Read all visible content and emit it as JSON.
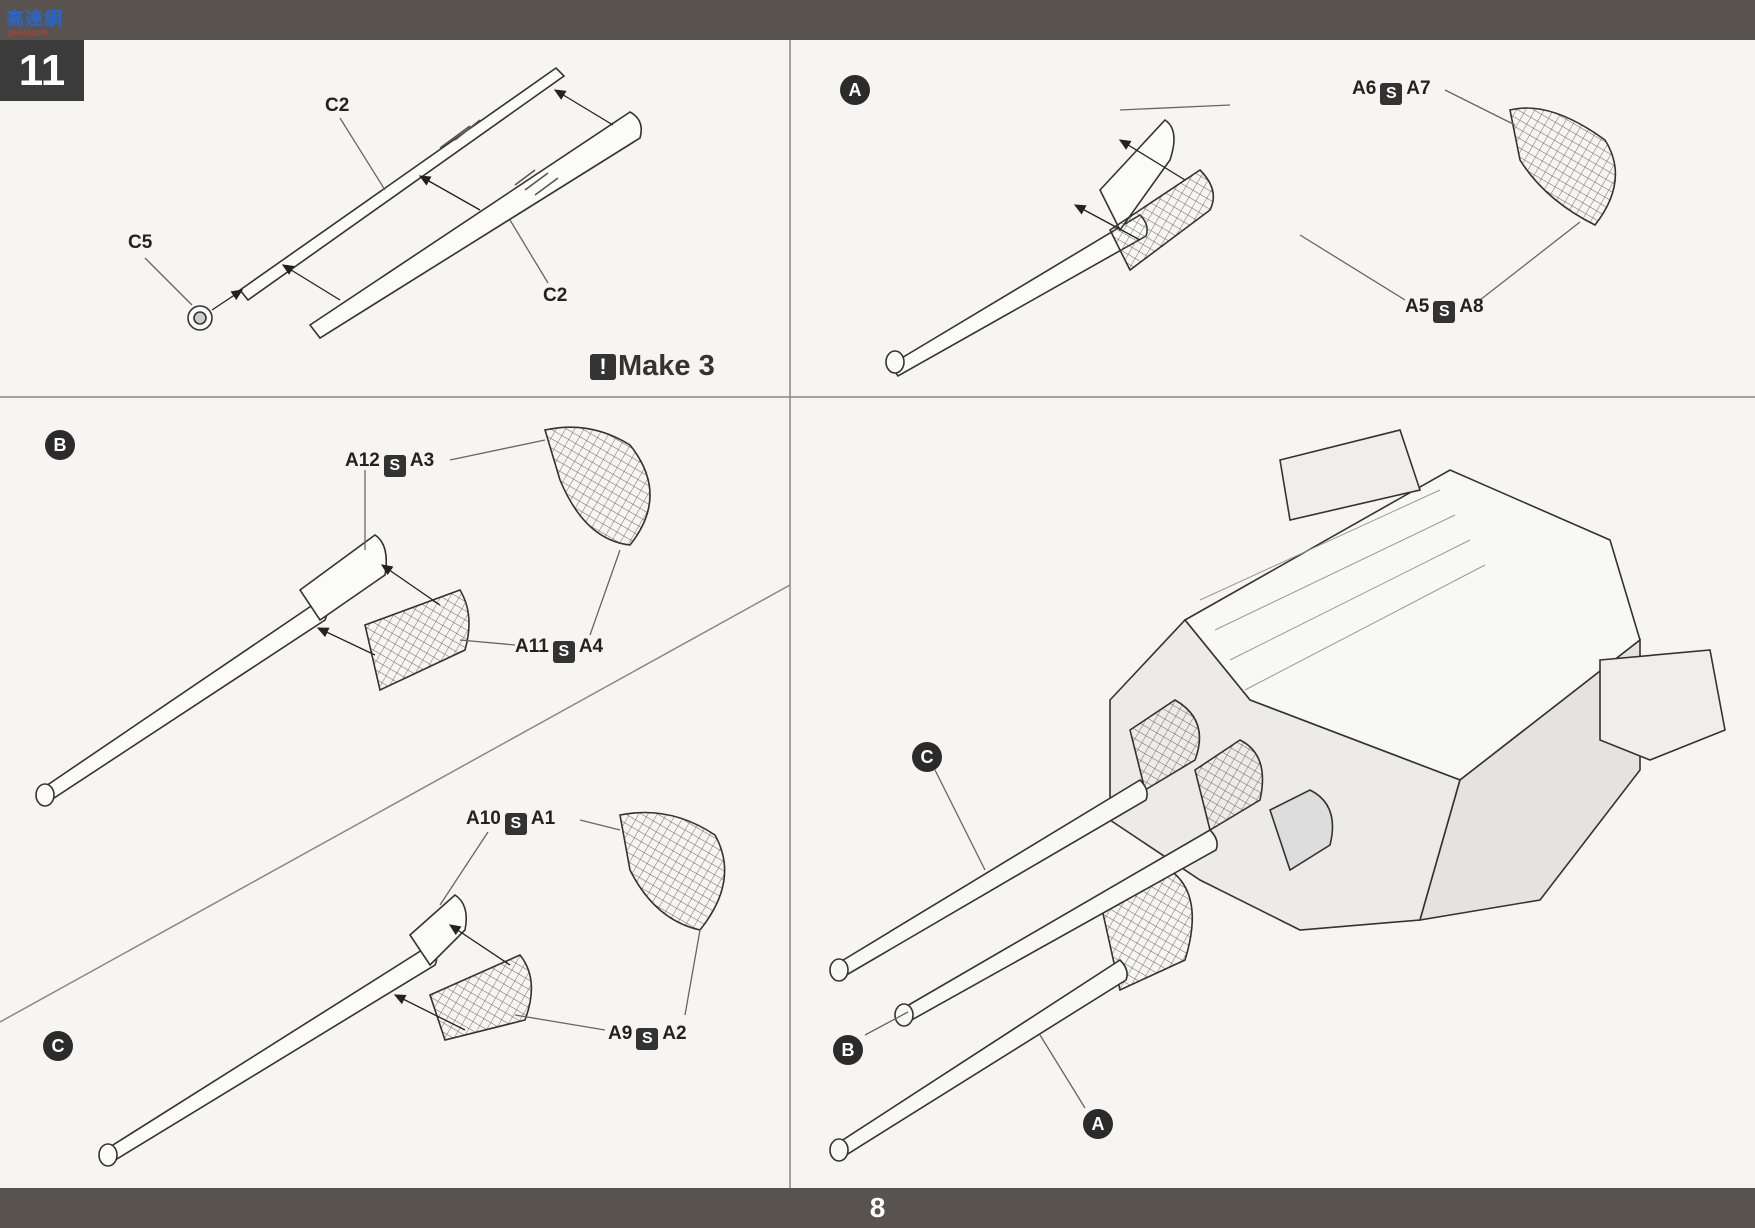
{
  "watermark": {
    "title": "高達網",
    "subtitle": "gao-si.com"
  },
  "step_number": "11",
  "page_number": "8",
  "note": {
    "icon": "!",
    "text": "Make 3"
  },
  "glue_symbol": "S",
  "panel_main": {
    "c5": "C5",
    "c2_top": "C2",
    "c2_bottom": "C2"
  },
  "panel_a": {
    "badge": "A",
    "parts_top": [
      "A6",
      "A7"
    ],
    "parts_bottom": [
      "A5",
      "A8"
    ]
  },
  "panel_b": {
    "badge": "B",
    "parts_top": [
      "A12",
      "A3"
    ],
    "parts_bottom": [
      "A11",
      "A4"
    ]
  },
  "panel_c": {
    "badge": "C",
    "parts_top": [
      "A10",
      "A1"
    ],
    "parts_bottom": [
      "A9",
      "A2"
    ]
  },
  "assembly": {
    "badge_c": "C",
    "badge_b": "B",
    "badge_a": "A"
  }
}
